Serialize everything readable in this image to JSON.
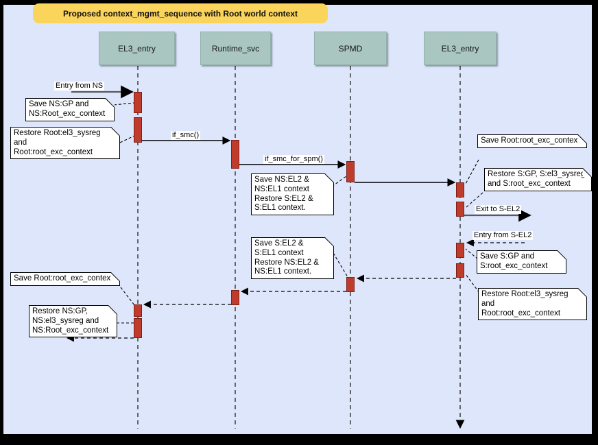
{
  "title": "Proposed context_mgmt_sequence with Root world context",
  "actors": [
    {
      "label": "EL3_entry"
    },
    {
      "label": "Runtime_svc"
    },
    {
      "label": "SPMD"
    },
    {
      "label": "EL3_entry"
    }
  ],
  "messages": [
    {
      "label": "Entry from NS",
      "from": "NS",
      "to": "EL3_entry",
      "style": "solid"
    },
    {
      "label": "if_smc()",
      "from": "EL3_entry",
      "to": "Runtime_svc",
      "style": "solid"
    },
    {
      "label": "if_smc_for_spm()",
      "from": "Runtime_svc",
      "to": "SPMD",
      "style": "solid"
    },
    {
      "label": "",
      "from": "SPMD",
      "to": "EL3_entry",
      "style": "solid"
    },
    {
      "label": "Exit to S-EL2",
      "from": "EL3_entry",
      "to": "S-EL2",
      "style": "solid"
    },
    {
      "label": "Entry from S-EL2",
      "from": "S-EL2",
      "to": "EL3_entry",
      "style": "dashed"
    },
    {
      "label": "",
      "from": "EL3_entry",
      "to": "SPMD",
      "style": "dashed"
    },
    {
      "label": "",
      "from": "SPMD",
      "to": "Runtime_svc",
      "style": "dashed"
    },
    {
      "label": "",
      "from": "Runtime_svc",
      "to": "EL3_entry",
      "style": "dashed"
    },
    {
      "label": "",
      "from": "EL3_entry",
      "to": "NS",
      "style": "dashed"
    }
  ],
  "notes": [
    {
      "text": "Save NS:GP and\nNS:Root_exc_context"
    },
    {
      "text": "Restore Root:el3_sysreg\nand\nRoot:root_exc_context"
    },
    {
      "text": "Save NS:EL2 &\nNS:EL1 context\nRestore S:EL2 &\nS:EL1 context."
    },
    {
      "text": "Save Root:root_exc_context"
    },
    {
      "text": "Restore S:GP, S:el3_sysreg\nand S:root_exc_context"
    },
    {
      "text": "Save S:GP and\nS:root_exc_context"
    },
    {
      "text": "Restore Root:el3_sysreg\nand\nRoot:root_exc_context"
    },
    {
      "text": "Save S:EL2 &\nS:EL1 context\nRestore NS:EL2 &\nNS:EL1 context."
    },
    {
      "text": "Save Root:root_exc_context"
    },
    {
      "text": "Restore NS:GP,\nNS:el3_sysreg and\nNS:Root_exc_context"
    }
  ],
  "colors": {
    "canvas_bg": "#dde6fa",
    "frame": "#000000",
    "title_bg": "#fbd45c",
    "actor_bg": "#a9c6c0",
    "activation_fill": "#bf3b2b",
    "activation_border": "#7c2015",
    "note_bg": "#ffffff",
    "line": "#000000"
  }
}
